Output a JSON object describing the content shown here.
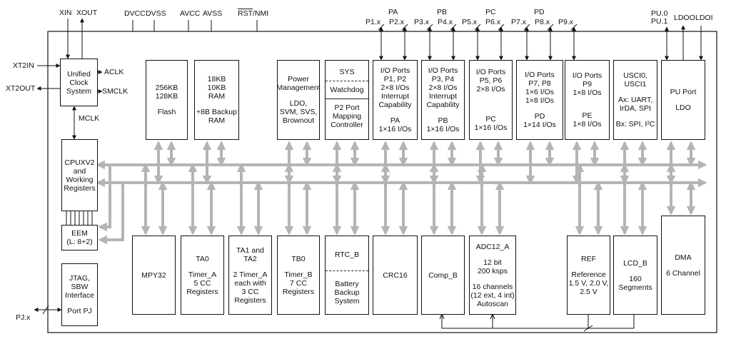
{
  "external_signals": {
    "xin": "XIN",
    "xout": "XOUT",
    "xt2in": "XT2IN",
    "xt2out": "XT2OUT",
    "dvcc": "DVCC",
    "dvss": "DVSS",
    "avcc": "AVCC",
    "avss": "AVSS",
    "rst": "RST",
    "rst_suffix": "/NMI",
    "pj": "PJ.x",
    "pu0": "PU.0",
    "pu1": "PU.1",
    "ldoo": "LDOO",
    "ldoi": "LDOI",
    "aclk": "ACLK",
    "smclk": "SMCLK",
    "mclk": "MCLK"
  },
  "port_groups": [
    {
      "name": "PA",
      "pins": [
        "P1.x",
        "P2.x"
      ]
    },
    {
      "name": "PB",
      "pins": [
        "P3.x",
        "P4.x"
      ]
    },
    {
      "name": "PC",
      "pins": [
        "P5.x",
        "P6.x"
      ]
    },
    {
      "name": "PD",
      "pins": [
        "P7.x",
        "P8.x"
      ]
    },
    {
      "name": "",
      "pins": [
        "P9.x"
      ]
    }
  ],
  "blocks": {
    "ucs": [
      "Unified",
      "Clock",
      "System"
    ],
    "flash": [
      "256KB",
      "128KB",
      "",
      "Flash"
    ],
    "ram": [
      "18KB",
      "10KB",
      "RAM",
      "",
      "+8B Backup",
      "RAM"
    ],
    "power": [
      "Power",
      "Management",
      "",
      "LDO,",
      "SVM, SVS,",
      "Brownout"
    ],
    "sys_top": [
      "SYS"
    ],
    "sys_mid": [
      "Watchdog"
    ],
    "sys_bot": [
      "P2 Port",
      "Mapping",
      "Controller"
    ],
    "pa": [
      "I/O Ports",
      "P1, P2",
      "2×8 I/Os",
      "Interrupt",
      "Capability",
      "",
      "PA",
      "1×16 I/Os"
    ],
    "pb": [
      "I/O Ports",
      "P3, P4",
      "2×8 I/Os",
      "Interrupt",
      "Capability",
      "",
      "PB",
      "1×16 I/Os"
    ],
    "pc": [
      "I/O Ports",
      "P5, P6",
      "2×8 I/Os",
      "",
      "",
      "",
      "PC",
      "1×16 I/Os"
    ],
    "pd": [
      "I/O Ports",
      "P7, P8",
      "1×6 I/Os",
      "1×8 I/Os",
      "",
      "PD",
      "1×14 I/Os"
    ],
    "pe": [
      "I/O Ports",
      "P9",
      "1×8 I/Os",
      "",
      "",
      "PE",
      "1×8 I/Os"
    ],
    "usci": [
      "USCI0,",
      "USCI1",
      "",
      "Ax: UART,",
      "IrDA, SPI",
      "",
      "Bx: SPI, I²C"
    ],
    "puport": [
      "PU Port",
      "",
      "LDO"
    ],
    "cpu": [
      "CPUXV2",
      "and",
      "Working",
      "Registers"
    ],
    "eem": [
      "EEM",
      "(L: 8+2)"
    ],
    "jtag": [
      "JTAG,",
      "SBW",
      "Interface",
      "",
      "Port PJ"
    ],
    "mpy": [
      "MPY32"
    ],
    "ta0": [
      "TA0",
      "",
      "Timer_A",
      "5 CC",
      "Registers"
    ],
    "ta12": [
      "TA1 and",
      "TA2",
      "",
      "2 Timer_A",
      "each with",
      "3 CC",
      "Registers"
    ],
    "tb0": [
      "TB0",
      "",
      "Timer_B",
      "7 CC",
      "Registers"
    ],
    "rtc_top": [
      "RTC_B"
    ],
    "rtc_bot": [
      "Battery",
      "Backup",
      "System"
    ],
    "crc": [
      "CRC16"
    ],
    "comp": [
      "Comp_B"
    ],
    "adc": [
      "ADC12_A",
      "",
      "12 bit",
      "200 ksps",
      "",
      "16 channels",
      "(12 ext, 4 int)",
      "Autoscan"
    ],
    "ref": [
      "REF",
      "",
      "Reference",
      "1.5 V, 2.0 V,",
      "2.5 V"
    ],
    "lcd": [
      "LCD_B",
      "",
      "160",
      "Segments"
    ],
    "dma": [
      "DMA",
      "",
      "6 Channel"
    ]
  }
}
